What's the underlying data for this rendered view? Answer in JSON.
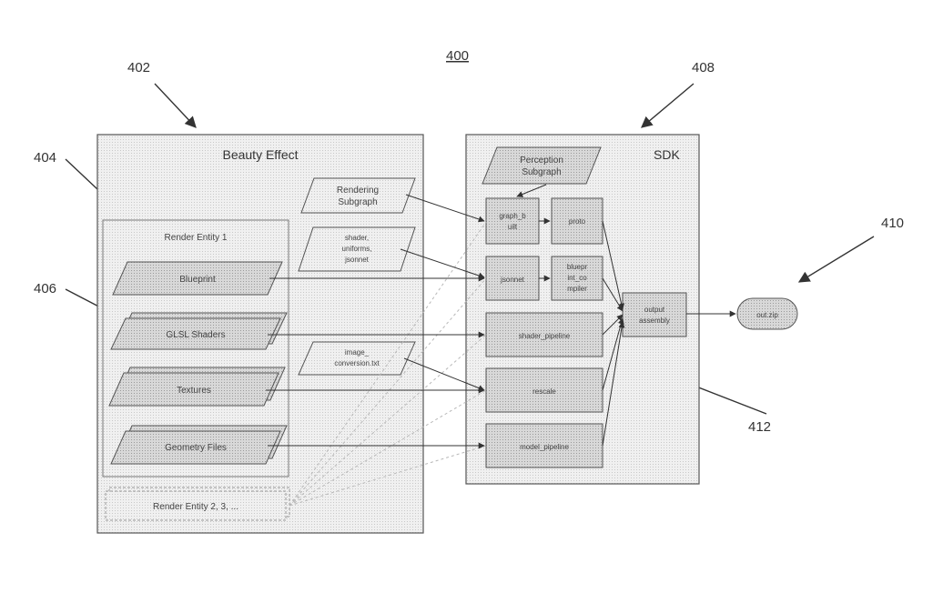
{
  "refs": {
    "figure": "400",
    "beauty_effect": "402",
    "render_entity": "404",
    "glsl_shaders": "406",
    "sdk": "408",
    "output": "410",
    "shader_pipeline": "412"
  },
  "beauty_effect": {
    "title": "Beauty Effect",
    "render_entity_1": {
      "title": "Render Entity 1",
      "items": [
        "Blueprint",
        "GLSL Shaders",
        "Textures",
        "Geometry Files"
      ]
    },
    "render_entity_more": "Render Entity 2, 3, ...",
    "config_files": {
      "rendering_subgraph": [
        "Rendering",
        "Subgraph"
      ],
      "shader_uniforms": [
        "shader,",
        "uniforms,",
        "jsonnet"
      ],
      "image_conversion": [
        "image_",
        "conversion.txt"
      ]
    }
  },
  "sdk": {
    "title": "SDK",
    "perception_subgraph": [
      "Perception",
      "Subgraph"
    ],
    "graph_build": [
      "graph_b",
      "uilt"
    ],
    "proto": "proto",
    "jsonnet": "jsonnet",
    "blueprint_compiler": [
      "bluepr",
      "int_co",
      "mpiler"
    ],
    "shader_pipeline": "shader_pipeline",
    "rescale": "rescale",
    "model_pipeline": "model_pipeline",
    "output_assembly": [
      "output",
      "assembly"
    ]
  },
  "output_file": "out.zip",
  "colors": {
    "panel_fill": "#ebebeb",
    "box_fill": "#d4d4d4",
    "line": "#333333",
    "dashed": "#b8b8b8"
  }
}
